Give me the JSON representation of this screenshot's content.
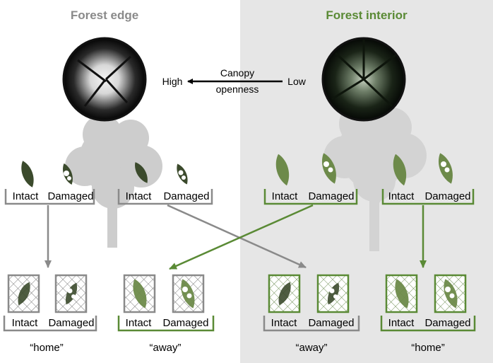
{
  "colors": {
    "edge": "#8a8a8a",
    "interior": "#5a8a35",
    "interior_panel": "#e6e6e6",
    "arrow_dark": "#000000",
    "leaf_dark": "#3b4a2c",
    "leaf_green": "#6d8a4a"
  },
  "panels": {
    "edge_title": "Forest edge",
    "interior_title": "Forest interior"
  },
  "canopy": {
    "label_line1": "Canopy",
    "label_line2": "openness",
    "high": "High",
    "low": "Low"
  },
  "groups": {
    "top": [
      {
        "intact": "Intact",
        "damaged": "Damaged"
      },
      {
        "intact": "Intact",
        "damaged": "Damaged"
      },
      {
        "intact": "Intact",
        "damaged": "Damaged"
      },
      {
        "intact": "Intact",
        "damaged": "Damaged"
      }
    ],
    "bottom": [
      {
        "intact": "Intact",
        "damaged": "Damaged",
        "label": "“home”"
      },
      {
        "intact": "Intact",
        "damaged": "Damaged",
        "label": "“away”"
      },
      {
        "intact": "Intact",
        "damaged": "Damaged",
        "label": "“away”"
      },
      {
        "intact": "Intact",
        "damaged": "Damaged",
        "label": "“home”"
      }
    ]
  },
  "icons": {
    "photo": "hemispherical-photo-icon",
    "leaf": "leaf-icon",
    "cage": "mesh-cage-icon",
    "tree": "tree-silhouette-icon"
  }
}
